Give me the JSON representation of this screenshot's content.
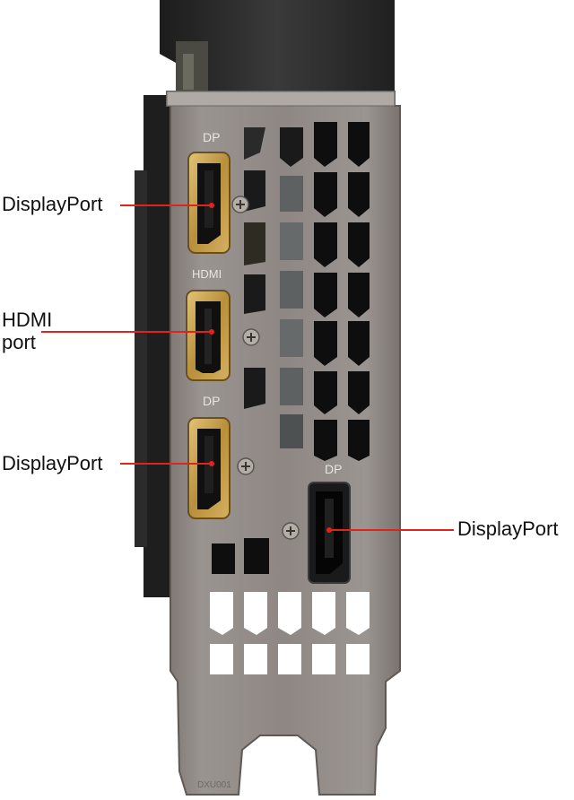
{
  "image": {
    "subject": "graphics card I/O bracket",
    "bracket_engravings": [
      "DP",
      "HDMI",
      "DP",
      "DP"
    ],
    "part_code": "DXU001"
  },
  "callouts": [
    {
      "id": "dp1",
      "lines": [
        "DisplayPort"
      ]
    },
    {
      "id": "hdmi",
      "lines": [
        "HDMI",
        "port"
      ]
    },
    {
      "id": "dp2",
      "lines": [
        "DisplayPort"
      ]
    },
    {
      "id": "dp3",
      "lines": [
        "DisplayPort"
      ]
    }
  ],
  "colors": {
    "leader_line": "#e0241b",
    "bracket_metal": "#8f8884",
    "connector_gold": "#c9a452",
    "label_text": "#111111"
  }
}
